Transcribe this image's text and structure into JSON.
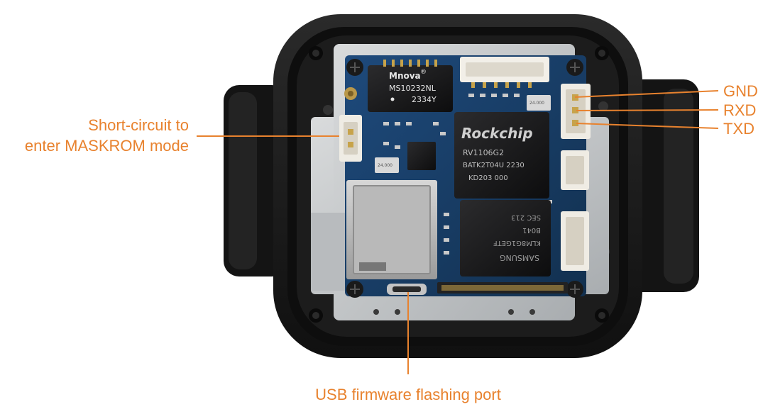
{
  "labels": {
    "gnd": "GND",
    "rxd": "RXD",
    "txd": "TXD",
    "maskrom_line1": "Short-circuit to",
    "maskrom_line2": "enter MASKROM mode",
    "usb_port": "USB firmware flashing port"
  },
  "board_markings": {
    "module_brand": "Mnova",
    "registered_mark": "®",
    "module_part": "MS10232NL",
    "module_code": "2334Y",
    "soc_brand": "Rockchip",
    "soc_model": "RV1106G2",
    "soc_lot": "BATK2T04U 2230",
    "soc_code": "KD203 000",
    "crystal_left": "24.000",
    "crystal_right": "24.000",
    "flash_brand": "SAMSUNG",
    "flash_part": "KLM8G1GETF",
    "flash_lot": "B041",
    "flash_code": "SEC 213"
  },
  "colors": {
    "accent": "#e8822e",
    "pcb": "#173a66",
    "housing": "#1b1b1b",
    "aluminum": "#c9ccce"
  }
}
